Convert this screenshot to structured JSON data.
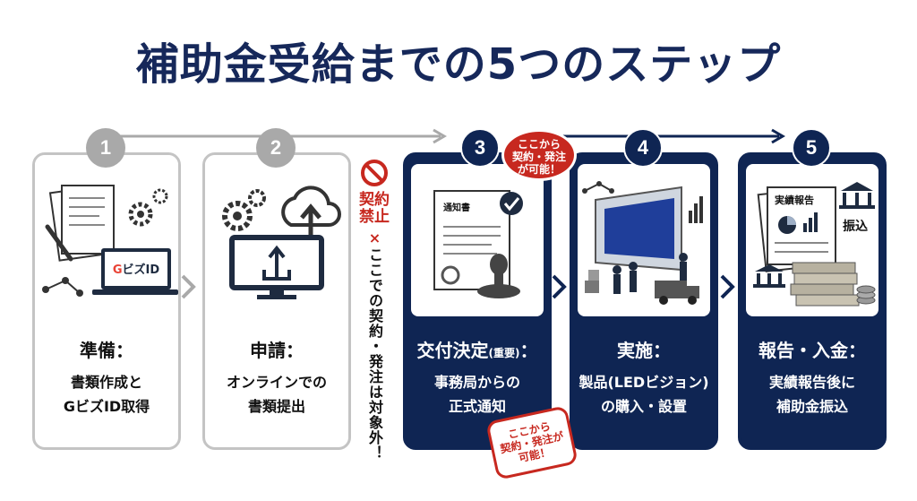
{
  "title": "補助金受給までの5つのステップ",
  "steps": [
    {
      "number": "1",
      "heading": "準備：",
      "desc": [
        "書類作成と",
        "GビズID取得"
      ],
      "screen_text": "ビズID"
    },
    {
      "number": "2",
      "heading": "申請：",
      "desc": [
        "オンラインでの",
        "書類提出"
      ]
    },
    {
      "number": "3",
      "heading": "交付決定",
      "heading_note": "(重要)",
      "heading_colon": "：",
      "desc": [
        "事務局からの",
        "正式通知"
      ],
      "doc_label": "通知書"
    },
    {
      "number": "4",
      "heading": "実施：",
      "desc": [
        "製品(LEDビジョン)",
        "の購入・設置"
      ]
    },
    {
      "number": "5",
      "heading": "報告・入金：",
      "desc": [
        "実績報告後に",
        "補助金振込"
      ],
      "report_label": "実績報告",
      "transfer_label": "振込"
    }
  ],
  "forbidden": {
    "kanji_1": "契約",
    "kanji_2": "禁止",
    "x_mark": "×",
    "note": "ここでの契約・発注は対象外！"
  },
  "bubble_top": [
    "ここから",
    "契約・発注",
    "が可能！"
  ],
  "bubble_bottom": [
    "ここから",
    "契約・発注が",
    "可能！"
  ],
  "colors": {
    "navy": "#0f2553",
    "title": "#16285a",
    "red": "#c7281f",
    "grey": "#a9a9a9"
  }
}
